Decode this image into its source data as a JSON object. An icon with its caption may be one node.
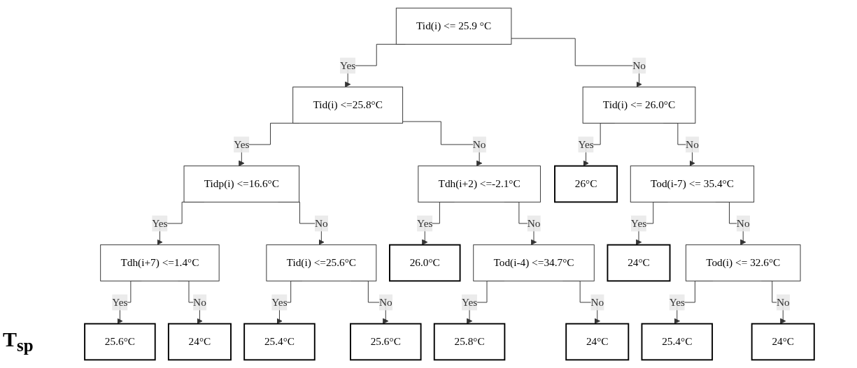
{
  "diagram": {
    "nodes": [
      {
        "text": [
          "Tid(i) <= 25.9 °C"
        ]
      },
      {
        "text": [
          "Tid(i) <=25.8°C"
        ]
      },
      {
        "text": [
          "Tid(i) <= 26.0°C"
        ]
      },
      {
        "text": [
          "Tidp(i) <=16.6°C"
        ]
      },
      {
        "text": [
          "Tdh(i+2) <=-2.1°C"
        ]
      },
      {
        "text": [
          "Tod(i-7) <= 35.4°C"
        ]
      },
      {
        "text": [
          "Tdh(i+7) <=1.4°C"
        ]
      },
      {
        "text": [
          "Tid(i) <=25.6°C"
        ]
      },
      {
        "text": [
          "Tod(i-4) <=34.7°C"
        ]
      },
      {
        "text": [
          "Tod(i) <= 32.6°C"
        ]
      },
      {
        "text": [
          "25.6°C"
        ]
      },
      {
        "text": [
          "24°C"
        ]
      },
      {
        "text": [
          "25.4°C"
        ]
      },
      {
        "text": [
          "25.6°C"
        ]
      },
      {
        "text": [
          "26.0°C"
        ]
      },
      {
        "text": [
          "25.8°C"
        ]
      },
      {
        "text": [
          "24°C"
        ]
      },
      {
        "text": [
          "26°C"
        ]
      },
      {
        "text": [
          "24°C"
        ]
      },
      {
        "text": [
          "25.4°C"
        ]
      },
      {
        "text": [
          "24°C"
        ]
      }
    ],
    "edges": [
      {
        "from": 0,
        "to": 1,
        "arrow": "to",
        "label": "Yes"
      },
      {
        "from": 0,
        "to": 2,
        "arrow": "to",
        "label": "No"
      },
      {
        "from": 1,
        "to": 3,
        "arrow": "to",
        "label": "Yes"
      },
      {
        "from": 1,
        "to": 4,
        "arrow": "to",
        "label": "No"
      },
      {
        "from": 3,
        "to": 6,
        "arrow": "to",
        "label": "Yes"
      },
      {
        "from": 3,
        "to": 7,
        "arrow": "to",
        "label": "No"
      },
      {
        "from": 6,
        "to": 10,
        "arrow": "to",
        "label": "Yes"
      },
      {
        "from": 6,
        "to": 11,
        "arrow": "to",
        "label": "No"
      },
      {
        "from": 7,
        "to": 12,
        "arrow": "to",
        "label": "Yes"
      },
      {
        "from": 7,
        "to": 13,
        "arrow": "to",
        "label": "No"
      },
      {
        "from": 4,
        "to": 14,
        "arrow": "to",
        "label": "Yes"
      },
      {
        "from": 4,
        "to": 8,
        "arrow": "to",
        "label": "No"
      },
      {
        "from": 8,
        "to": 15,
        "arrow": "to",
        "label": "Yes"
      },
      {
        "from": 8,
        "to": 16,
        "arrow": "to",
        "label": "No"
      },
      {
        "from": 2,
        "to": 17,
        "arrow": "to",
        "label": "Yes"
      },
      {
        "from": 2,
        "to": 5,
        "arrow": "to",
        "label": "No"
      },
      {
        "from": 5,
        "to": 18,
        "arrow": "to",
        "label": "Yes"
      },
      {
        "from": 5,
        "to": 9,
        "arrow": "to",
        "label": "No"
      },
      {
        "from": 9,
        "to": 19,
        "arrow": "to",
        "label": "Yes"
      },
      {
        "from": 9,
        "to": 20,
        "arrow": "to",
        "label": "No"
      }
    ],
    "labels": [
      "T$_{sp}$"
    ]
  }
}
